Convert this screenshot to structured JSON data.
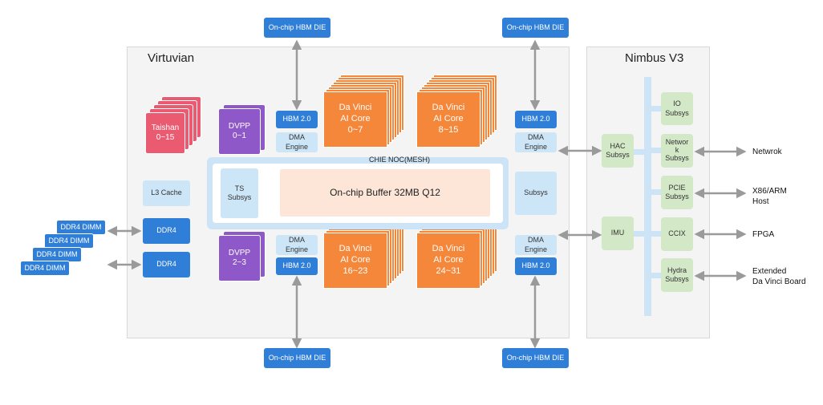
{
  "virtuvian": {
    "title": "Virtuvian"
  },
  "nimbus": {
    "title": "Nimbus V3"
  },
  "hbm_die": {
    "label": "On-chip HBM DIE"
  },
  "taishan": {
    "label": "Taishan\n0~15"
  },
  "dvpp_top": {
    "label": "DVPP\n0~1"
  },
  "dvpp_bottom": {
    "label": "DVPP\n2~3"
  },
  "hbm20": {
    "label": "HBM 2.0"
  },
  "dma": {
    "label": "DMA\nEngine"
  },
  "cores": {
    "c0": "Da Vinci\nAI Core\n0~7",
    "c1": "Da Vinci\nAI Core\n8~15",
    "c2": "Da Vinci\nAI Core\n16~23",
    "c3": "Da Vinci\nAI Core\n24~31"
  },
  "noc": {
    "title": "CHIE NOC(MESH)",
    "ts": "TS\nSubsys",
    "buffer": "On-chip Buffer 32MB Q12",
    "subsys": "Subsys"
  },
  "l3": {
    "label": "L3 Cache"
  },
  "ddr4": {
    "label": "DDR4"
  },
  "dimm": {
    "label": "DDR4 DIMM"
  },
  "nimbus_blocks": {
    "hac": "HAC\nSubsys",
    "imu": "IMU",
    "io": "IO\nSubsys",
    "network": "Networ\nk\nSubsys",
    "pcie": "PCIE\nSubsys",
    "ccix": "CCIX",
    "hydra": "Hydra\nSubsys"
  },
  "external": {
    "netwrok": "Netwrok",
    "x86": "X86/ARM\nHost",
    "fpga": "FPGA",
    "extended": "Extended\nDa Vinci Board"
  },
  "colors": {
    "blue": "#2f7fd9",
    "light_blue": "#cce6f8",
    "orange": "#f5873a",
    "purple": "#8e58c8",
    "pink": "#ea5b72",
    "green": "#d3e8c6",
    "bus": "#cde3f6",
    "arrow": "#9a9a9a"
  }
}
